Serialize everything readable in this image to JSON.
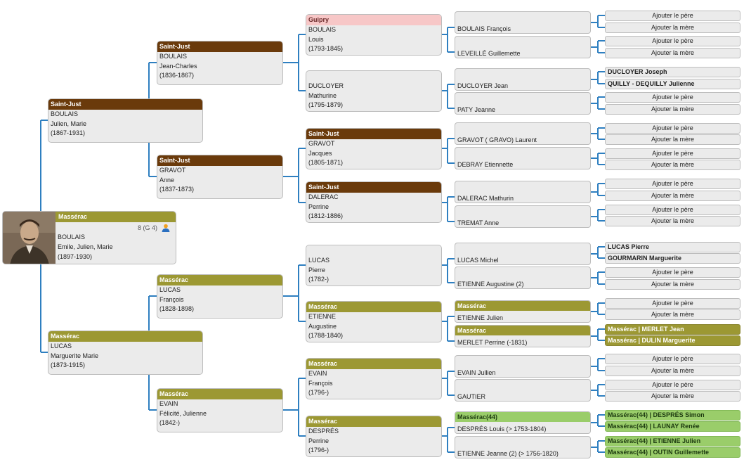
{
  "root": {
    "place": "Massérac",
    "count": "8 (G 4)",
    "surname": "BOULAIS",
    "given": "Emile, Julien, Marie",
    "dates": "(1897-1930)",
    "photo_icon": "portrait-photo",
    "icon": "person-icon"
  },
  "gen1": [
    {
      "place": "Saint-Just",
      "surname": "BOULAIS",
      "given": "Julien, Marie",
      "dates": "(1867-1931)"
    },
    {
      "place": "Massérac",
      "surname": "LUCAS",
      "given": "Marguerite Marie",
      "dates": "(1873-1915)"
    }
  ],
  "gen2": [
    {
      "place": "Saint-Just",
      "surname": "BOULAIS",
      "given": "Jean-Charles",
      "dates": "(1836-1867)"
    },
    {
      "place": "Saint-Just",
      "surname": "GRAVOT",
      "given": "Anne",
      "dates": "(1837-1873)"
    },
    {
      "place": "Massérac",
      "surname": "LUCAS",
      "given": "François",
      "dates": "(1828-1898)"
    },
    {
      "place": "Massérac",
      "surname": "EVAIN",
      "given": "Félicité, Julienne",
      "dates": "(1842-)"
    }
  ],
  "gen3": [
    {
      "place": "Guipry",
      "surname": "BOULAIS",
      "given": "Louis",
      "dates": "(1793-1845)"
    },
    {
      "place": "",
      "surname": "DUCLOYER",
      "given": "Mathurine",
      "dates": "(1795-1879)"
    },
    {
      "place": "Saint-Just",
      "surname": "GRAVOT",
      "given": "Jacques",
      "dates": "(1805-1871)"
    },
    {
      "place": "Saint-Just",
      "surname": "DALERAC",
      "given": "Perrine",
      "dates": "(1812-1886)"
    },
    {
      "place": "",
      "surname": "LUCAS",
      "given": "Pierre",
      "dates": "(1782-)"
    },
    {
      "place": "Massérac",
      "surname": "ETIENNE",
      "given": "Augustine",
      "dates": "(1788-1840)"
    },
    {
      "place": "Massérac",
      "surname": "EVAIN",
      "given": "François",
      "dates": "(1796-)"
    },
    {
      "place": "Massérac",
      "surname": "DESPRÉS",
      "given": "Perrine",
      "dates": "(1796-)"
    }
  ],
  "gen4": [
    {
      "place": "",
      "name": "BOULAIS François"
    },
    {
      "place": "",
      "name": "LEVEILLÉ Guillemette"
    },
    {
      "place": "",
      "name": "DUCLOYER Jean"
    },
    {
      "place": "",
      "name": "PATY Jeanne"
    },
    {
      "place": "",
      "name": "GRAVOT ( GRAVO) Laurent"
    },
    {
      "place": "",
      "name": "DEBRAY Etiennette"
    },
    {
      "place": "",
      "name": "DALERAC Mathurin"
    },
    {
      "place": "",
      "name": "TREMAT Anne"
    },
    {
      "place": "",
      "name": "LUCAS Michel"
    },
    {
      "place": "",
      "name": "ETIENNE Augustine  (2)"
    },
    {
      "place": "Massérac",
      "name": "ETIENNE Julien"
    },
    {
      "place": "Massérac",
      "name": "MERLET Perrine (-1831)"
    },
    {
      "place": "",
      "name": "EVAIN Jullien"
    },
    {
      "place": "",
      "name": "GAUTIER"
    },
    {
      "place": "Massérac(44)",
      "name": "DESPRÉS Louis (> 1753-1804)"
    },
    {
      "place": "",
      "name": "ETIENNE Jeanne (2) (> 1756-1820)"
    }
  ],
  "gen5": [
    {
      "text": "Ajouter le père",
      "style": "add"
    },
    {
      "text": "Ajouter la mère",
      "style": "add"
    },
    {
      "text": "Ajouter le père",
      "style": "add"
    },
    {
      "text": "Ajouter la mère",
      "style": "add"
    },
    {
      "text": "DUCLOYER Joseph",
      "style": "name"
    },
    {
      "text": "QUILLY - DEQUILLY Julienne",
      "style": "name"
    },
    {
      "text": "Ajouter le père",
      "style": "add"
    },
    {
      "text": "Ajouter la mère",
      "style": "add"
    },
    {
      "text": "Ajouter le père",
      "style": "add"
    },
    {
      "text": "Ajouter la mère",
      "style": "add"
    },
    {
      "text": "Ajouter le père",
      "style": "add"
    },
    {
      "text": "Ajouter la mère",
      "style": "add"
    },
    {
      "text": "Ajouter le père",
      "style": "add"
    },
    {
      "text": "Ajouter la mère",
      "style": "add"
    },
    {
      "text": "Ajouter le père",
      "style": "add"
    },
    {
      "text": "Ajouter la mère",
      "style": "add"
    },
    {
      "text": "LUCAS Pierre",
      "style": "name"
    },
    {
      "text": "GOURMARIN Marguerite",
      "style": "name"
    },
    {
      "text": "Ajouter le père",
      "style": "add"
    },
    {
      "text": "Ajouter la mère",
      "style": "add"
    },
    {
      "text": "Ajouter le père",
      "style": "add"
    },
    {
      "text": "Ajouter la mère",
      "style": "add"
    },
    {
      "text": "Massérac | MERLET Jean",
      "style": "olive"
    },
    {
      "text": "Massérac | DULIN Marguerite",
      "style": "olive"
    },
    {
      "text": "Ajouter le père",
      "style": "add"
    },
    {
      "text": "Ajouter la mère",
      "style": "add"
    },
    {
      "text": "Ajouter le père",
      "style": "add"
    },
    {
      "text": "Ajouter la mère",
      "style": "add"
    },
    {
      "text": "Massérac(44) | DESPRÉS Simon",
      "style": "green"
    },
    {
      "text": "Massérac(44) | LAUNAY Renée",
      "style": "green"
    },
    {
      "text": "Massérac(44) | ETIENNE Julien",
      "style": "green"
    },
    {
      "text": "Massérac(44) | OUTIN Guillemette",
      "style": "green"
    }
  ],
  "colors": {
    "connector": "#2e7fc0",
    "saint_just": "#6a3a0b",
    "masserac": "#9c9833",
    "guipry": "#f7c7c7",
    "masserac44": "#9acd6a",
    "card_bg": "#ebebeb"
  }
}
